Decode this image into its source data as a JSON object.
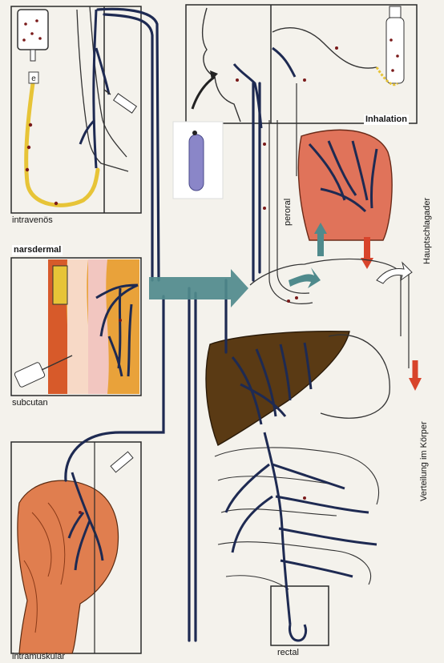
{
  "labels": {
    "intravenous": "intravenös",
    "marker_e": "e",
    "transdermal": "narsdermal",
    "subcutaneous": "subcutan",
    "intramuscular": "intramuskulär",
    "inhalation": "Inhalation",
    "peroral": "peroral",
    "aorta": "Hauptschlagader",
    "distribution": "Verteilung im Körper",
    "rectal": "rectal"
  },
  "colors": {
    "vessel": "#1e2a52",
    "tube": "#e7c437",
    "skin": "#e9a23a",
    "muscle": "#e07e4f",
    "lung": "#e0735a",
    "liver": "#5a3a14",
    "arrow": "#4f8a8c",
    "red_arrow": "#d8442b"
  }
}
